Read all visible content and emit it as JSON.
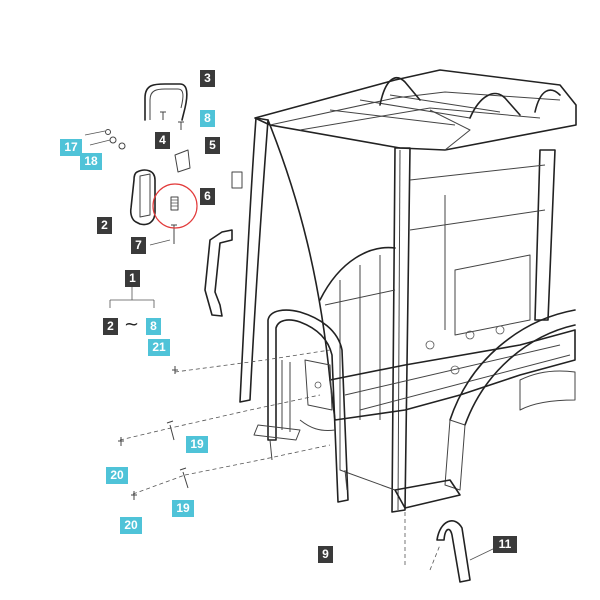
{
  "callouts": {
    "c1": "1",
    "c2a": "2",
    "c2b": "2",
    "c3": "3",
    "c4": "4",
    "c5": "5",
    "c6": "6",
    "c7": "7",
    "c8a": "8",
    "c8b": "8",
    "c9": "9",
    "c11": "11",
    "c17": "17",
    "c18": "18",
    "c19a": "19",
    "c19b": "19",
    "c20a": "20",
    "c20b": "20",
    "c21": "21"
  },
  "kit_separator": "~",
  "colors": {
    "callout_dark": "#3a3a3a",
    "callout_cyan": "#4fc3d8",
    "highlight_circle": "#e23b3b",
    "line_art": "#222222"
  }
}
